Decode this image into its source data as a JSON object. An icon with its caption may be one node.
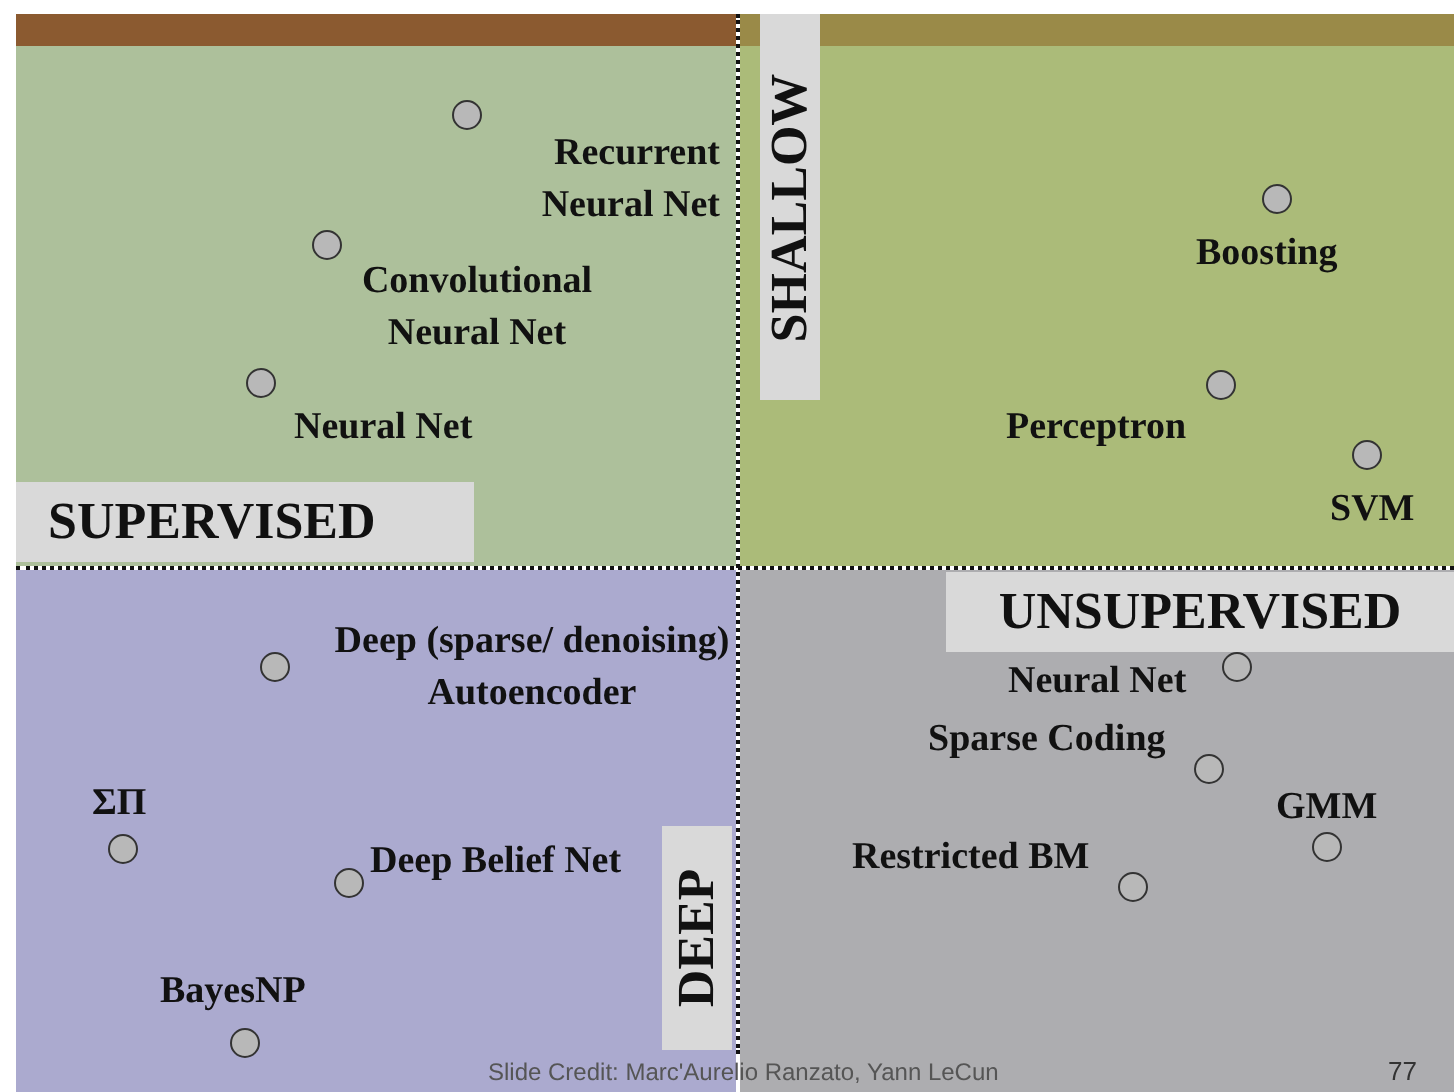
{
  "diagram": {
    "nodes": [
      {
        "text": [],
        "shape": "circle",
        "beside": [
          "Recurrent Neural Net"
        ]
      },
      {
        "text": [],
        "shape": "circle",
        "beside": [
          "Convolutional Neural Net"
        ]
      },
      {
        "text": [],
        "shape": "circle",
        "beside": [
          "Neural Net"
        ]
      },
      {
        "text": [],
        "shape": "circle",
        "beside": [
          "Boosting"
        ]
      },
      {
        "text": [],
        "shape": "circle",
        "beside": [
          "Perceptron"
        ]
      },
      {
        "text": [],
        "shape": "circle",
        "beside": [
          "SVM"
        ]
      },
      {
        "text": [],
        "shape": "circle",
        "beside": [
          "Deep (sparse/ denoising) Autoencoder"
        ]
      },
      {
        "text": [],
        "shape": "circle",
        "beside": [
          "Neural Net"
        ]
      },
      {
        "text": [],
        "shape": "circle",
        "beside": [
          "Sparse Coding"
        ]
      },
      {
        "text": [],
        "shape": "circle",
        "beside": [
          "ΣΠ"
        ]
      },
      {
        "text": [],
        "shape": "circle",
        "beside": [
          "GMM"
        ]
      },
      {
        "text": [],
        "shape": "circle",
        "beside": [
          "Deep Belief Net"
        ]
      },
      {
        "text": [],
        "shape": "circle",
        "beside": [
          "Restricted BM"
        ]
      },
      {
        "text": [],
        "shape": "circle",
        "beside": [
          "BayesNP"
        ]
      }
    ],
    "edges": [],
    "labels": [
      "SHALLOW",
      "SUPERVISED",
      "UNSUPERVISED",
      "DEEP",
      "Slide Credit: Marc'Aurelio Ranzato, Yann LeCun",
      "77"
    ]
  }
}
